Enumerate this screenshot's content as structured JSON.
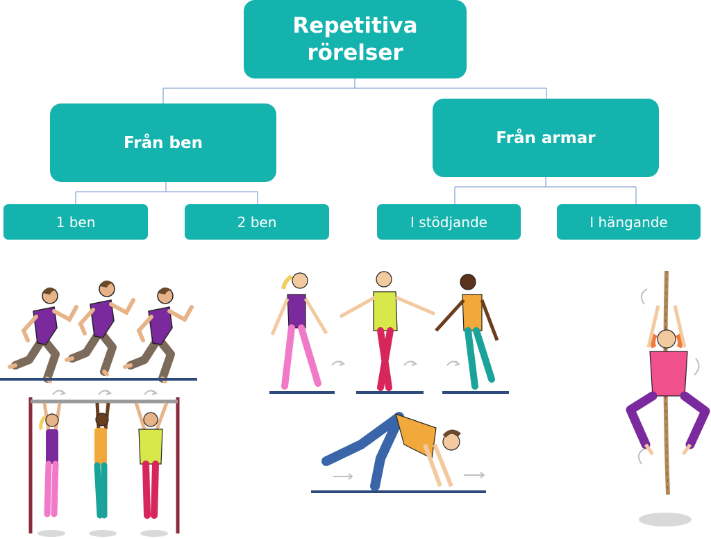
{
  "root": {
    "label": "Repetitiva\nrörelser"
  },
  "branches": [
    {
      "label": "Från ben",
      "children": [
        {
          "label": "1 ben"
        },
        {
          "label": "2 ben"
        }
      ]
    },
    {
      "label": "Från armar",
      "children": [
        {
          "label": "I stödjande"
        },
        {
          "label": "I hängande"
        }
      ]
    }
  ],
  "colors": {
    "node": "#14b3ad",
    "connector": "#8ba7d8",
    "floor": "#2e4a7d",
    "arrow": "#bfbfbf",
    "purple_shirt": "#7a2a9c",
    "brown_pants": "#7c6a5a",
    "pink_pants": "#f07ac8",
    "yellow_shirt": "#d8e84a",
    "red_pants": "#d6265c",
    "orange_shirt": "#f2a93b",
    "teal_pants": "#1aa39a",
    "blue_pants": "#3a65a8",
    "magenta_shirt": "#f0508c",
    "bar_red": "#8a2b3c",
    "rope": "#b48a5a"
  },
  "illustrations": [
    "runner-figures",
    "bar-hanging-figures",
    "balance-walking-figures",
    "crawling-figure",
    "rope-climbing-figure"
  ]
}
